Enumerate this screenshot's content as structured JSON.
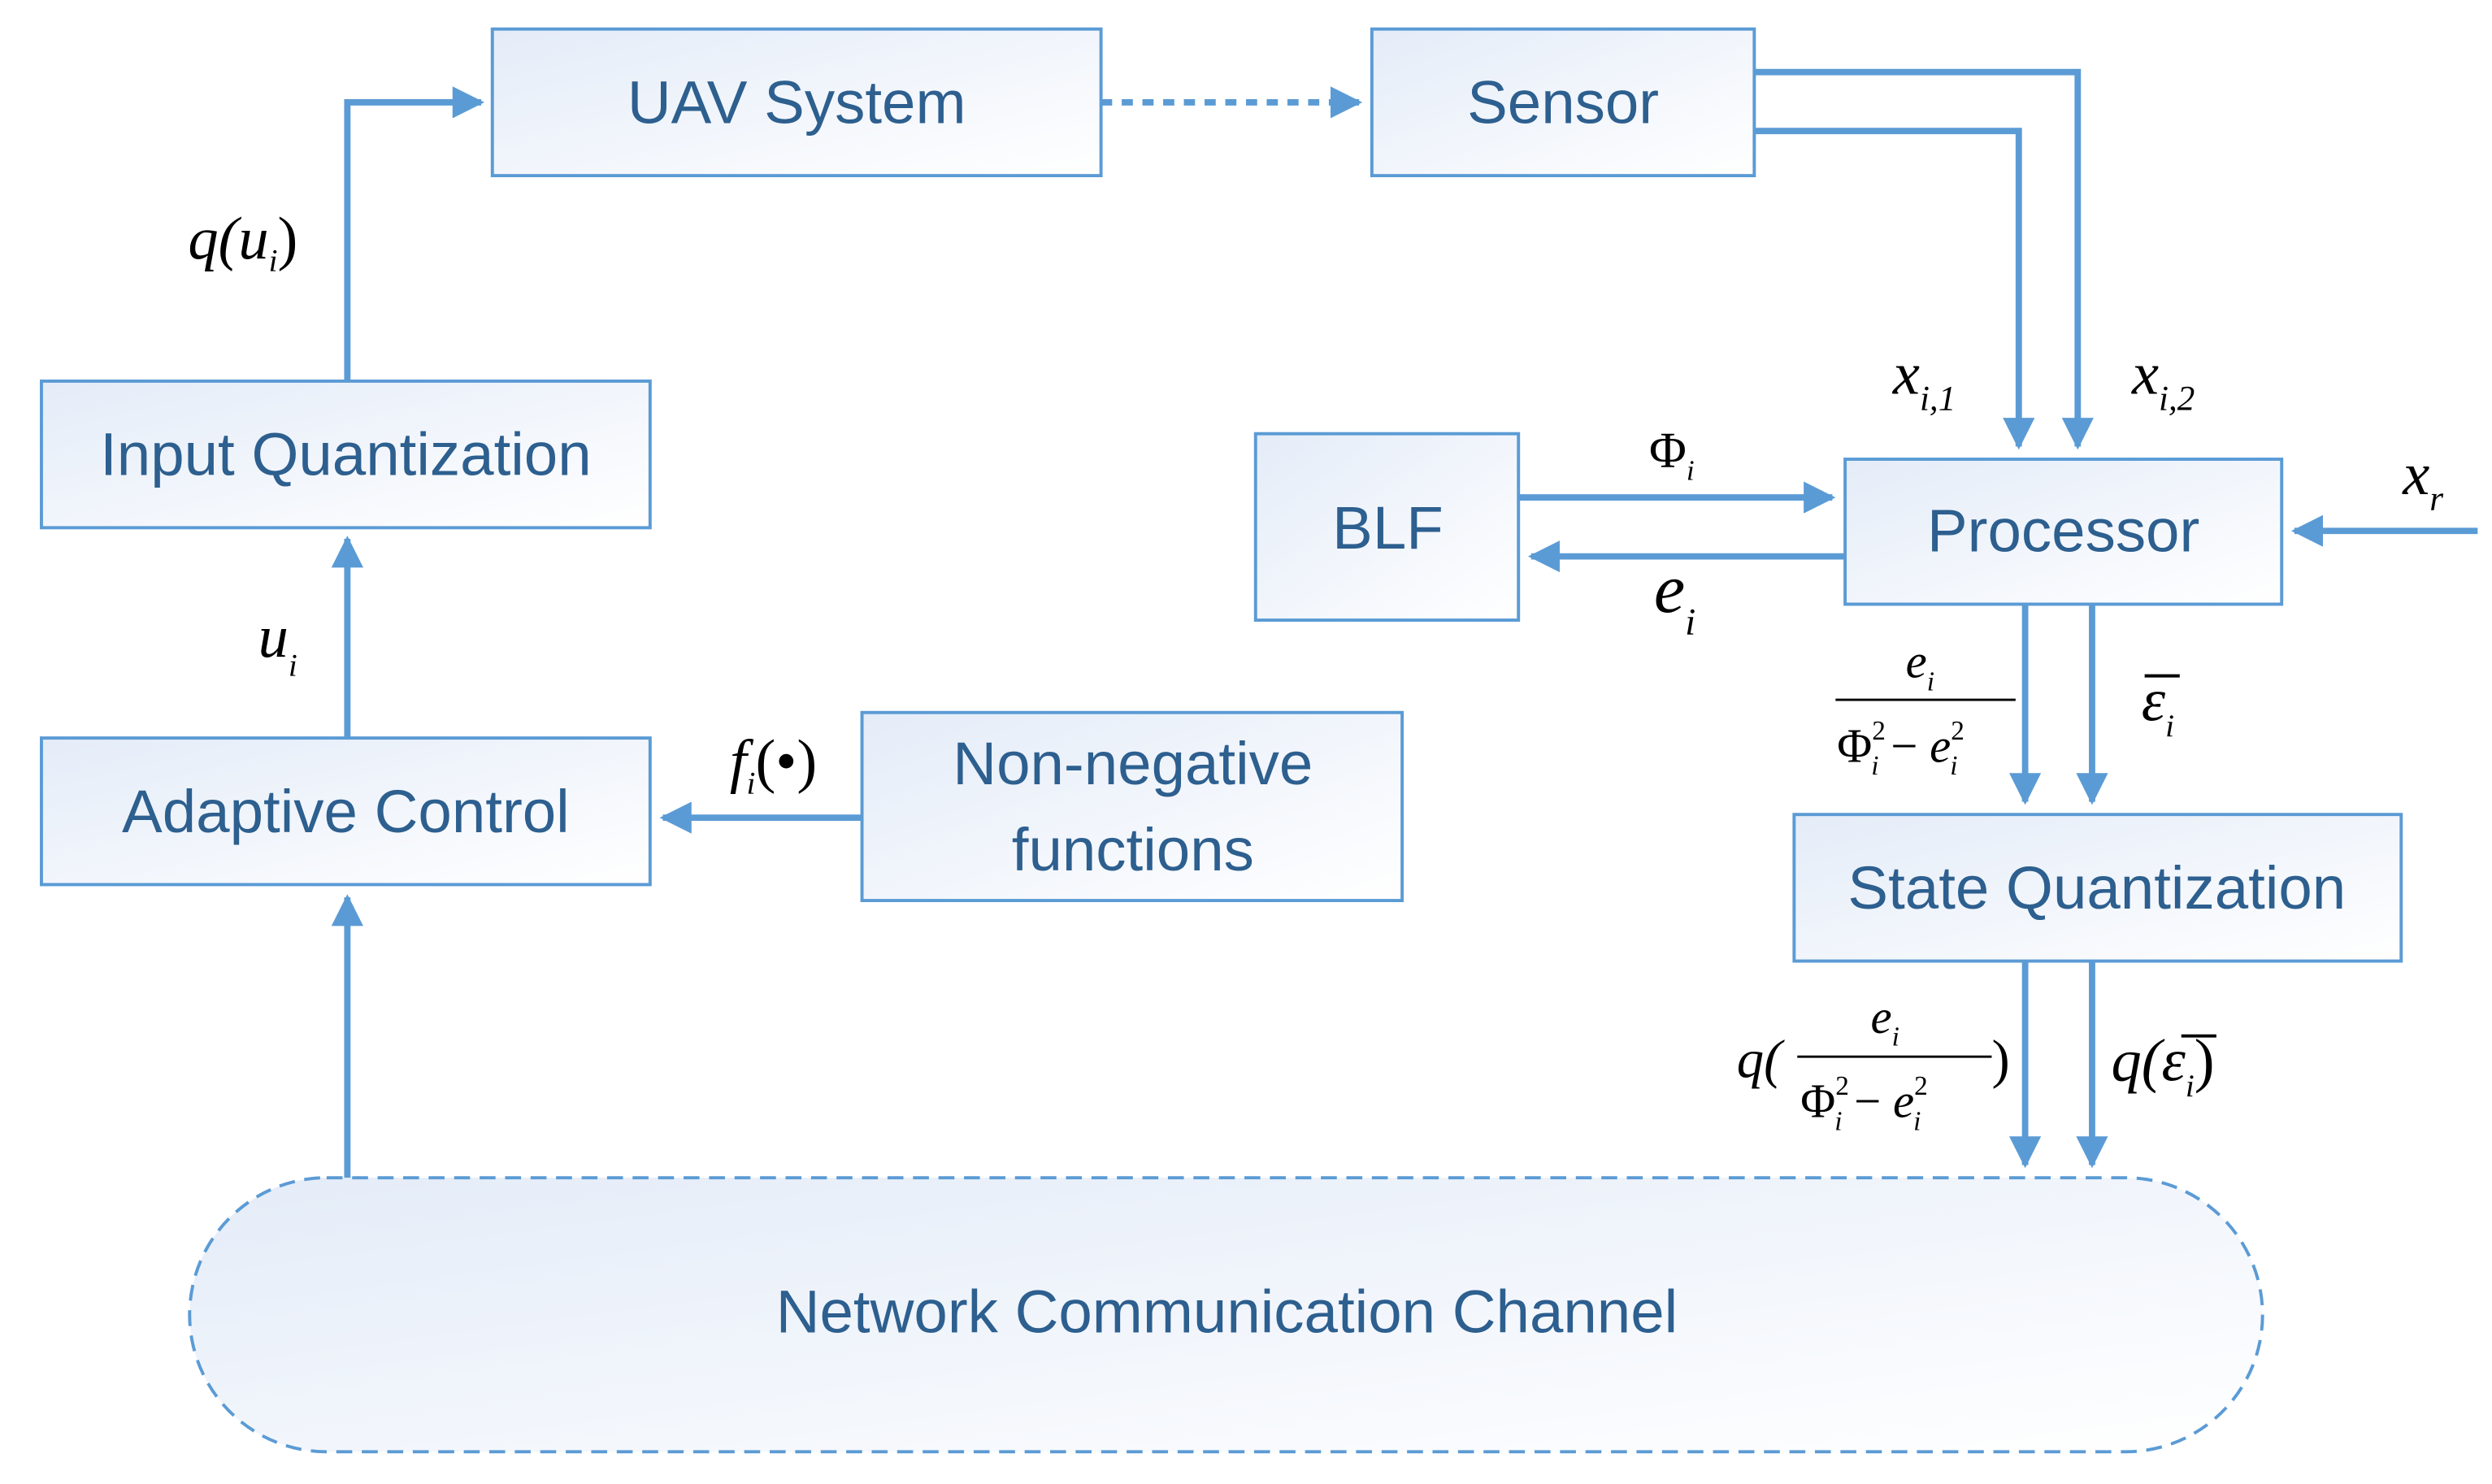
{
  "colors": {
    "accent": "#5b9bd5",
    "box_border": "#5b9bd5",
    "box_fill_start": "#e4ecf8",
    "box_fill_end": "#ffffff",
    "label_text": "#2d5f8f",
    "math_text": "#000000"
  },
  "blocks": {
    "uav_system": "UAV System",
    "sensor": "Sensor",
    "input_quantization": "Input Quantization",
    "adaptive_control": "Adaptive Control",
    "non_negative_line1": "Non-negative",
    "non_negative_line2": "functions",
    "blf": "BLF",
    "processor": "Processor",
    "state_quantization": "State Quantization",
    "network_channel": "Network Communication Channel"
  },
  "signals": {
    "q_ui": {
      "base": "q(u",
      "sub": "i",
      "close": ")"
    },
    "u_i": {
      "base": "u",
      "sub": "i"
    },
    "f_i": {
      "base": "f",
      "sub": "i",
      "arg": "(•)"
    },
    "x_i1": {
      "base": "x",
      "sub": "i,1"
    },
    "x_i2": {
      "base": "x",
      "sub": "i,2"
    },
    "x_r": {
      "base": "x",
      "sub": "r"
    },
    "phi_i": {
      "base": "Φ",
      "sub": "i"
    },
    "e_i": {
      "base": "e",
      "sub": "i"
    },
    "frac_numerator": {
      "base": "e",
      "sub": "i"
    },
    "frac_denominator": {
      "phi": "Φ",
      "phi_sup": "2",
      "phi_sub": "i",
      "minus": " − ",
      "e": "e",
      "e_sup": "2",
      "e_sub": "i"
    },
    "eps_bar_i": {
      "base": "ε",
      "sub": "i"
    },
    "q_frac": {
      "open": "q(",
      "close": ")"
    },
    "q_eps": {
      "open": "q(",
      "base": "ε",
      "sub": "i",
      "close": ")"
    }
  }
}
